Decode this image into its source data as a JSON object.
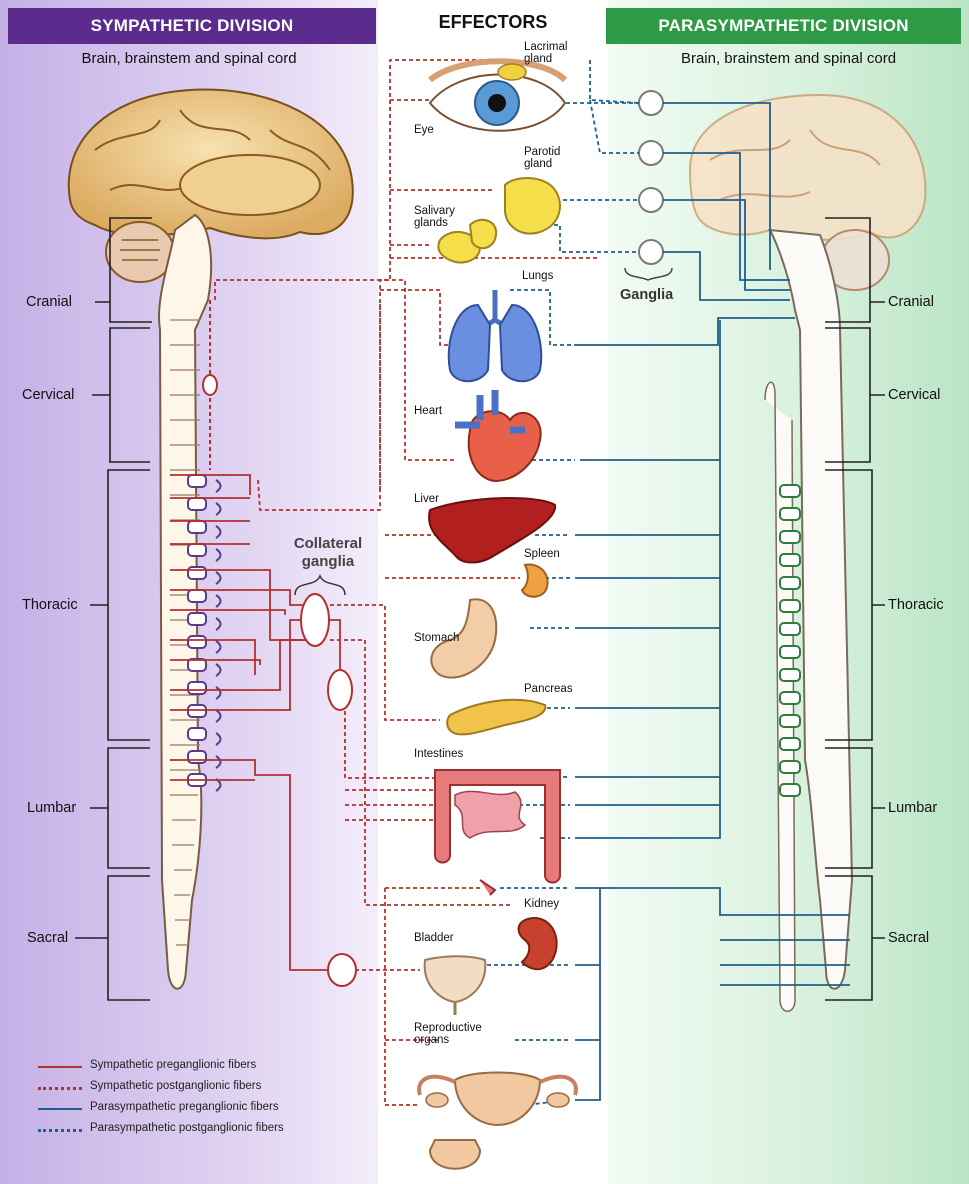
{
  "headers": {
    "sympathetic": "SYMPATHETIC DIVISION",
    "effectors": "EFFECTORS",
    "parasympathetic": "PARASYMPATHETIC DIVISION"
  },
  "subheads": {
    "left": "Brain, brainstem and spinal cord",
    "right": "Brain, brainstem and spinal cord"
  },
  "regions": {
    "left": [
      "Cranial",
      "Cervical",
      "Thoracic",
      "Lumbar",
      "Sacral"
    ],
    "right": [
      "Cranial",
      "Cervical",
      "Thoracic",
      "Lumbar",
      "Sacral"
    ]
  },
  "organs": {
    "lacrimal": "Lacrimal gland",
    "eye": "Eye",
    "parotid": "Parotid gland",
    "salivary": "Salivary glands",
    "lungs": "Lungs",
    "heart": "Heart",
    "liver": "Liver",
    "spleen": "Spleen",
    "stomach": "Stomach",
    "pancreas": "Pancreas",
    "intestines": "Intestines",
    "kidney": "Kidney",
    "bladder": "Bladder",
    "reproductive": "Reproductive organs"
  },
  "ganglia_label": "Ganglia",
  "collateral_label": "Collateral ganglia",
  "legend": [
    {
      "label": "Sympathetic preganglionic fibers",
      "color": "#b3302d",
      "style": "solid"
    },
    {
      "label": "Sympathetic postganglionic fibers",
      "color": "#b3302d",
      "style": "dotted"
    },
    {
      "label": "Parasympathetic preganglionic fibers",
      "color": "#1f5f8f",
      "style": "solid"
    },
    {
      "label": "Parasympathetic postganglionic fibers",
      "color": "#1f5f8f",
      "style": "dotted"
    }
  ],
  "colors": {
    "sympathetic": "#5b2c8e",
    "parasympathetic": "#2f9a46",
    "sym_fiber": "#b3302d",
    "para_fiber": "#1f5f8f"
  }
}
